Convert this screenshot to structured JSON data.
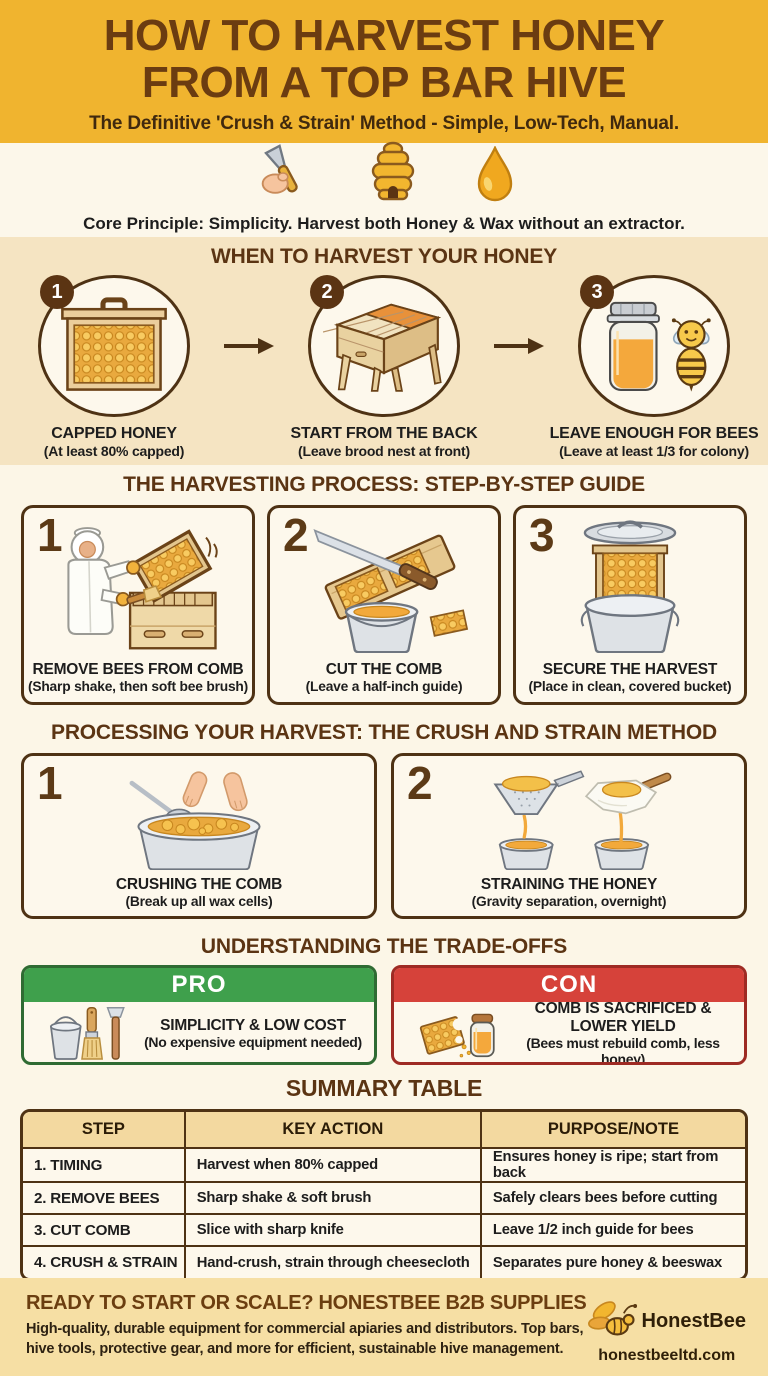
{
  "header": {
    "title_line1": "HOW TO HARVEST HONEY",
    "title_line2": "FROM A TOP BAR HIVE",
    "subtitle": "The Definitive 'Crush & Strain' Method - Simple, Low-Tech, Manual."
  },
  "core_principle": {
    "label": "Core Principle:",
    "text": " Simplicity. Harvest both Honey & Wax without an extractor.",
    "icons": [
      "hive-tool-in-hand-icon",
      "beehive-skep-icon",
      "honey-drop-icon"
    ]
  },
  "when_to_harvest": {
    "heading": "WHEN TO HARVEST YOUR HONEY",
    "steps": [
      {
        "number": "1",
        "title": "CAPPED HONEY",
        "note": "(At least 80% capped)",
        "icon": "capped-comb-frame-icon"
      },
      {
        "number": "2",
        "title": "START FROM THE BACK",
        "note": "(Leave brood nest at front)",
        "icon": "top-bar-hive-icon"
      },
      {
        "number": "3",
        "title": "LEAVE ENOUGH FOR BEES",
        "note": "(Leave at least 1/3 for colony)",
        "icon": "honey-jar-bee-icon"
      }
    ]
  },
  "harvesting_process": {
    "heading": "THE HARVESTING PROCESS: STEP-BY-STEP GUIDE",
    "steps": [
      {
        "number": "1",
        "title": "REMOVE BEES FROM COMB",
        "note": "(Sharp shake, then soft bee brush)",
        "icon": "beekeeper-brushing-comb-icon"
      },
      {
        "number": "2",
        "title": "CUT THE COMB",
        "note": "(Leave a half-inch guide)",
        "icon": "knife-cutting-comb-icon"
      },
      {
        "number": "3",
        "title": "SECURE THE HARVEST",
        "note": "(Place in clean, covered bucket)",
        "icon": "comb-in-covered-bucket-icon"
      }
    ]
  },
  "processing": {
    "heading": "PROCESSING YOUR HARVEST: THE CRUSH AND STRAIN METHOD",
    "steps": [
      {
        "number": "1",
        "title": "CRUSHING THE COMB",
        "note": "(Break up all wax cells)",
        "icon": "hands-crushing-comb-icon"
      },
      {
        "number": "2",
        "title": "STRAINING THE HONEY",
        "note": "(Gravity separation, overnight)",
        "icon": "strainer-cheesecloth-icon"
      }
    ]
  },
  "trade_offs": {
    "heading": "UNDERSTANDING THE TRADE-OFFS",
    "pro": {
      "label": "PRO",
      "title": "SIMPLICITY & LOW COST",
      "note": "(No expensive equipment needed)",
      "color": "#3FA04C"
    },
    "con": {
      "label": "CON",
      "title": "COMB IS SACRIFICED & LOWER YIELD",
      "note": "(Bees must rebuild comb, less honey)",
      "color": "#D6423A"
    }
  },
  "summary_table": {
    "heading": "SUMMARY TABLE",
    "columns": [
      "STEP",
      "KEY ACTION",
      "PURPOSE/NOTE"
    ],
    "rows": [
      [
        "1. TIMING",
        "Harvest when 80% capped",
        "Ensures honey is ripe; start from back"
      ],
      [
        "2. REMOVE BEES",
        "Sharp shake & soft brush",
        "Safely clears bees before cutting"
      ],
      [
        "3. CUT COMB",
        "Slice with sharp knife",
        "Leave 1/2 inch guide for bees"
      ],
      [
        "4. CRUSH & STRAIN",
        "Hand-crush, strain through cheesecloth",
        "Separates pure honey & beeswax"
      ]
    ]
  },
  "footer": {
    "headline": "READY TO START OR SCALE? HONESTBEE B2B SUPPLIES",
    "body": "High-quality, durable equipment for commercial apiaries and distributors. Top bars, hive tools, protective gear, and more for efficient, sustainable hive management.",
    "brand": "HonestBee",
    "website": "honestbeeltd.com"
  },
  "colors": {
    "header_gold": "#F0B42F",
    "section_tan": "#F5E4C2",
    "cream": "#FCF6E7",
    "dark_brown": "#5B3413",
    "pro_green": "#3FA04C",
    "con_red": "#D6423A",
    "footer_gold": "#F6DFA4"
  }
}
